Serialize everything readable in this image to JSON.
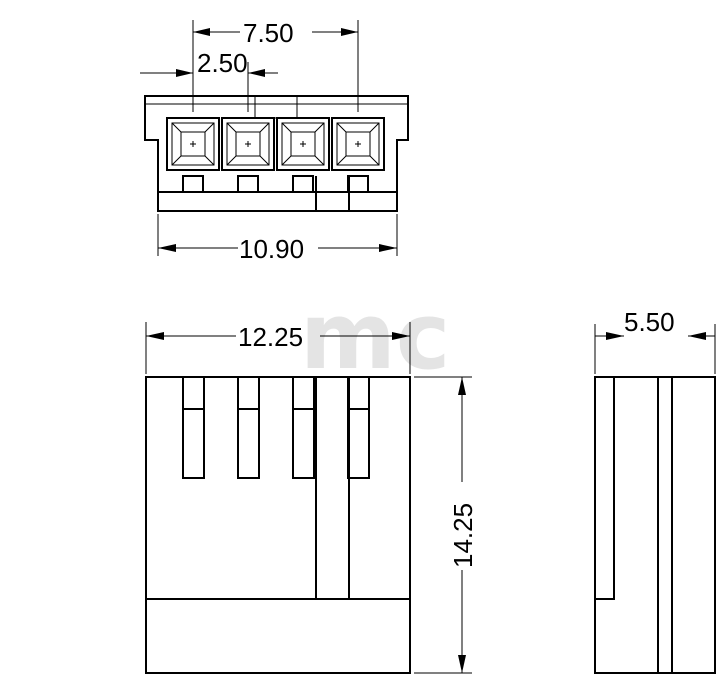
{
  "watermark": "mc",
  "dimensions": {
    "top_pitch_total": "7.50",
    "top_pitch": "2.50",
    "top_width": "10.90",
    "front_width": "12.25",
    "front_height": "14.25",
    "side_width": "5.50"
  }
}
